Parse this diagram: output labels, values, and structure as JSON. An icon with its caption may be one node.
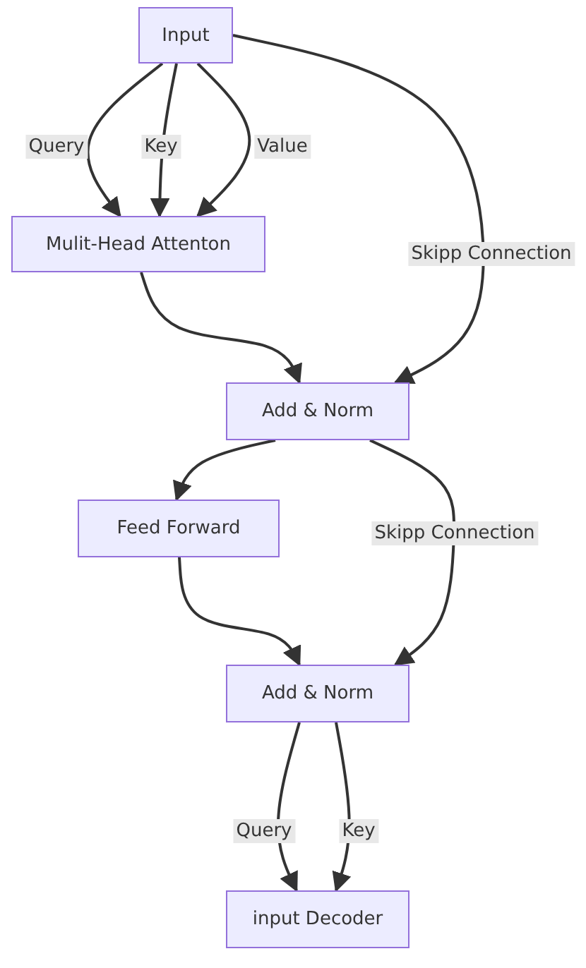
{
  "diagram": {
    "nodes": [
      {
        "text": [
          "Input"
        ]
      },
      {
        "text": [
          "Mulit-Head Attenton"
        ]
      },
      {
        "text": [
          "Add & Norm"
        ]
      },
      {
        "text": [
          "Feed Forward"
        ]
      },
      {
        "text": [
          "Add & Norm"
        ]
      },
      {
        "text": [
          "input Decoder"
        ]
      }
    ],
    "edges": [
      {
        "from": 0,
        "to": 1,
        "label": "Query",
        "arrow": "to"
      },
      {
        "from": 0,
        "to": 1,
        "label": "Key",
        "arrow": "to"
      },
      {
        "from": 0,
        "to": 1,
        "label": "Value",
        "arrow": "to"
      },
      {
        "from": 0,
        "to": 2,
        "label": "Skipp Connection",
        "arrow": "to"
      },
      {
        "from": 1,
        "to": 2,
        "arrow": "to"
      },
      {
        "from": 2,
        "to": 3,
        "arrow": "to"
      },
      {
        "from": 2,
        "to": 4,
        "label": "Skipp Connection",
        "arrow": "to"
      },
      {
        "from": 3,
        "to": 4,
        "arrow": "to"
      },
      {
        "from": 4,
        "to": 5,
        "label": "Query",
        "arrow": "to"
      },
      {
        "from": 4,
        "to": 5,
        "label": "Key",
        "arrow": "to"
      }
    ]
  }
}
